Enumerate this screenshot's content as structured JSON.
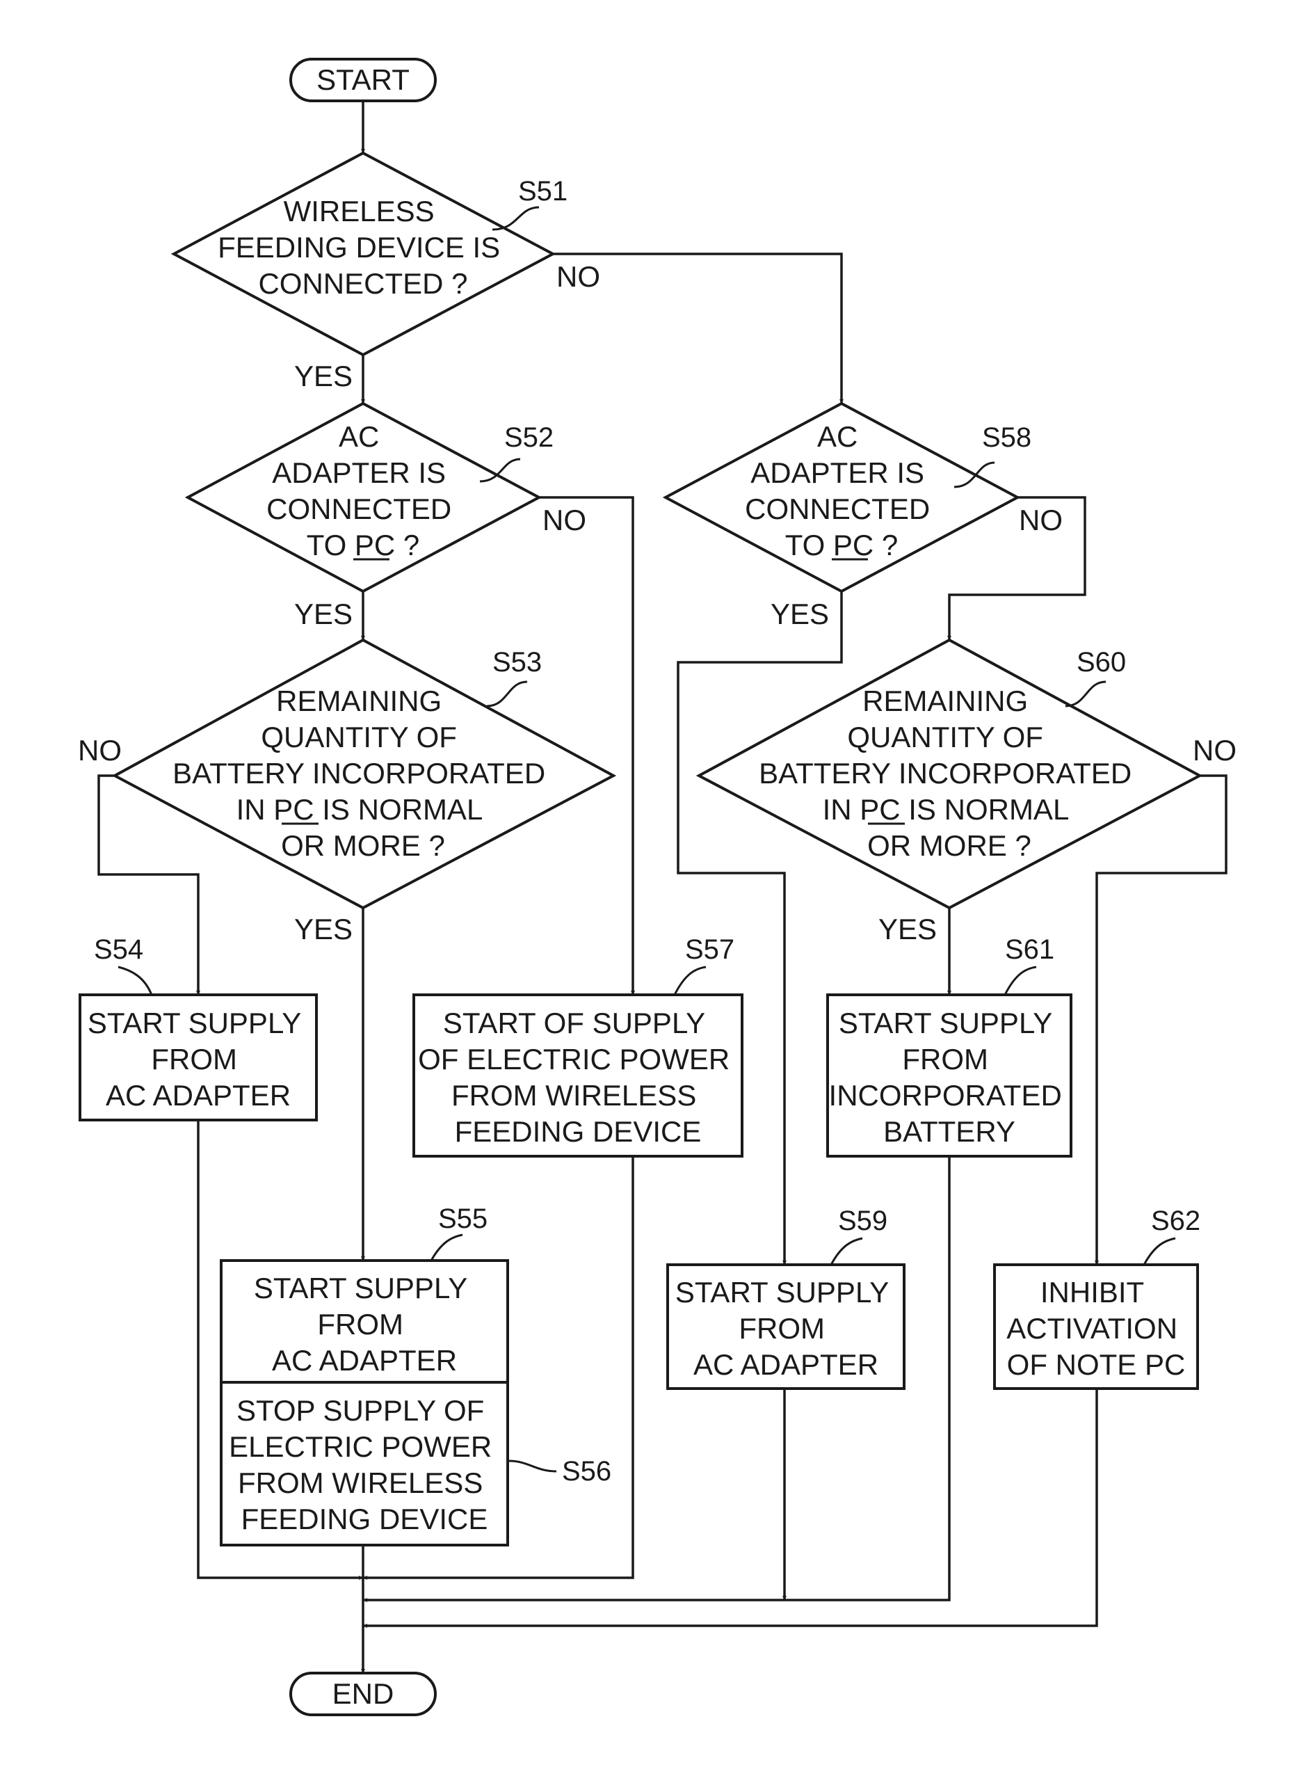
{
  "terminals": {
    "start": "START",
    "end": "END"
  },
  "steps": {
    "s51": {
      "id": "S51",
      "lines": [
        "WIRELESS",
        "FEEDING DEVICE IS",
        "CONNECTED ?"
      ]
    },
    "s52": {
      "id": "S52",
      "lines": [
        "AC",
        "ADAPTER IS",
        "CONNECTED",
        "TO PC ?"
      ]
    },
    "s53": {
      "id": "S53",
      "lines": [
        "REMAINING",
        "QUANTITY OF",
        "BATTERY INCORPORATED",
        "IN PC IS NORMAL",
        "OR MORE ?"
      ]
    },
    "s54": {
      "id": "S54",
      "lines": [
        "START SUPPLY",
        "FROM",
        "AC ADAPTER"
      ]
    },
    "s55": {
      "id": "S55",
      "lines": [
        "START SUPPLY",
        "FROM",
        "AC ADAPTER"
      ]
    },
    "s56": {
      "id": "S56",
      "lines": [
        "STOP SUPPLY OF",
        "ELECTRIC POWER",
        "FROM WIRELESS",
        "FEEDING DEVICE"
      ]
    },
    "s57": {
      "id": "S57",
      "lines": [
        "START OF SUPPLY",
        "OF ELECTRIC POWER",
        "FROM WIRELESS",
        "FEEDING DEVICE"
      ]
    },
    "s58": {
      "id": "S58",
      "lines": [
        "AC",
        "ADAPTER IS",
        "CONNECTED",
        "TO PC ?"
      ]
    },
    "s59": {
      "id": "S59",
      "lines": [
        "START SUPPLY",
        "FROM",
        "AC ADAPTER"
      ]
    },
    "s60": {
      "id": "S60",
      "lines": [
        "REMAINING",
        "QUANTITY OF",
        "BATTERY INCORPORATED",
        "IN PC IS NORMAL",
        "OR MORE ?"
      ]
    },
    "s61": {
      "id": "S61",
      "lines": [
        "START SUPPLY",
        "FROM",
        "INCORPORATED",
        "BATTERY"
      ]
    },
    "s62": {
      "id": "S62",
      "lines": [
        "INHIBIT",
        "ACTIVATION",
        "OF NOTE PC"
      ]
    }
  },
  "branches": {
    "s51_yes": "YES",
    "s51_no": "NO",
    "s52_yes": "YES",
    "s52_no": "NO",
    "s53_yes": "YES",
    "s53_no": "NO",
    "s58_yes": "YES",
    "s58_no": "NO",
    "s60_yes": "YES",
    "s60_no": "NO"
  }
}
